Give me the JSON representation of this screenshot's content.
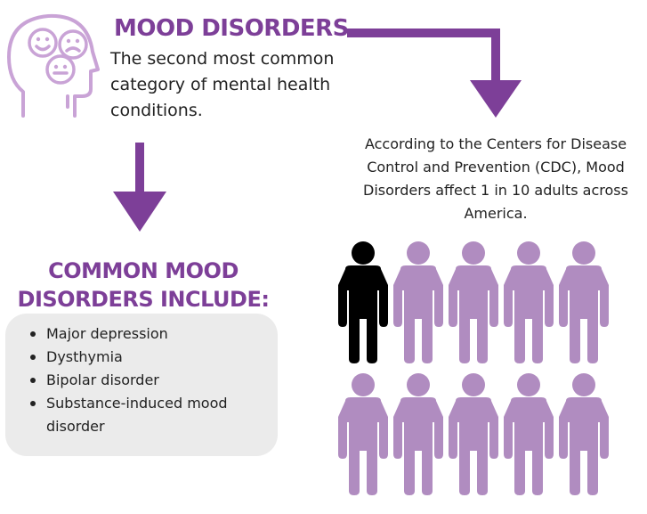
{
  "header": {
    "title": "MOOD DISORDERS",
    "subtitle": "The second most common category of mental health conditions.",
    "icon": "head-with-faces-icon"
  },
  "statistic": {
    "text": "According to the Centers for Disease Control and Prevention (CDC), Mood Disorders affect 1 in 10 adults across America.",
    "affected_count": 1,
    "total_count": 10
  },
  "list": {
    "heading": "COMMON MOOD DISORDERS INCLUDE:",
    "items": [
      "Major depression",
      "Dysthymia",
      "Bipolar disorder",
      "Substance-induced mood disorder"
    ]
  },
  "colors": {
    "accent": "#7d3f98",
    "light_accent": "#c9a3d6",
    "figure": "#b08cc0",
    "figure_highlight": "#000000",
    "box": "#ebebeb"
  }
}
